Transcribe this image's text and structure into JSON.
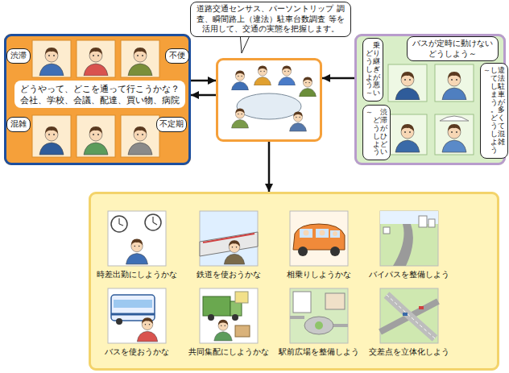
{
  "diagram": {
    "nodes": [
      {
        "text": []
      },
      {
        "text": [
          "渋滞"
        ],
        "in": 0
      },
      {
        "text": [
          "不便"
        ],
        "in": 0
      },
      {
        "text": [
          "どうやって、どこを通って行こうかな？ 会社、学校、会議、配達、買い物、病院"
        ],
        "in": 0
      },
      {
        "text": [
          "混雑"
        ],
        "in": 0
      },
      {
        "text": [
          "不定期"
        ],
        "in": 0
      },
      {
        "text": [
          "道路交通センサス、パーソントリップ 調査、瞬間路上（違法）駐車台数調査 等を活用して、交通の実態を把握します。"
        ]
      },
      {
        "text": []
      },
      {
        "text": []
      },
      {
        "text": [
          "バスが定時に動けない どうしよう～"
        ],
        "in": 8
      },
      {
        "text": [
          "乗り継ぎが悪い どうしよう～"
        ],
        "in": 8
      },
      {
        "text": [
          "違法駐車が多くて混雑 してしまう。どうしよう～"
        ],
        "in": 8
      },
      {
        "text": [
          "渋滞がひどい どうしよう～"
        ],
        "in": 8
      },
      {
        "text": []
      },
      {
        "text": [
          "時差出勤にしようかな"
        ],
        "in": 13
      },
      {
        "text": [
          "鉄道を使おうかな"
        ],
        "in": 13
      },
      {
        "text": [
          "相乗りしようかな"
        ],
        "in": 13
      },
      {
        "text": [
          "バイパスを整備しよう"
        ],
        "in": 13
      },
      {
        "text": [
          "バスを使おうかな"
        ],
        "in": 13
      },
      {
        "text": [
          "共同集配にしようかな"
        ],
        "in": 13
      },
      {
        "text": [
          "駅前広場を整備しよう"
        ],
        "in": 13
      },
      {
        "text": [
          "交差点を立体化しよう"
        ],
        "in": 13
      }
    ],
    "edges": [
      {
        "from": 0,
        "to": 7,
        "arrow": "to"
      },
      {
        "from": 7,
        "to": 0,
        "arrow": "to"
      },
      {
        "from": 8,
        "to": 7,
        "arrow": "to"
      },
      {
        "from": 7,
        "to": 13,
        "arrow": "to"
      }
    ]
  }
}
